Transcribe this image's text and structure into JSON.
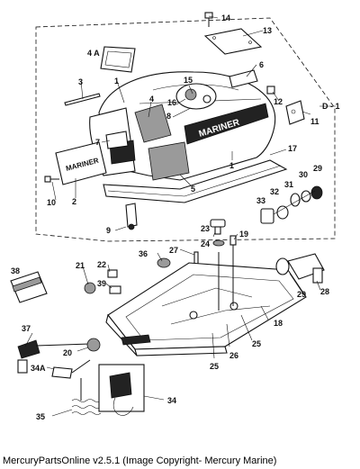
{
  "diagram": {
    "callouts": {
      "c14": "14",
      "c13": "13",
      "c4a": "4 A",
      "c6": "6",
      "c3": "3",
      "c1a": "1",
      "c4": "4",
      "c15": "15",
      "c16": "16",
      "c8": "8",
      "c12": "12",
      "c11": "11",
      "cd1": "D - 1",
      "c7": "7",
      "c17": "17",
      "c1b": "1",
      "c5": "5",
      "c10": "10",
      "c2": "2",
      "c9": "9",
      "c29a": "29",
      "c32": "32",
      "c31": "31",
      "c30": "30",
      "c33": "33",
      "c23": "23",
      "c24": "24",
      "c19": "19",
      "c27": "27",
      "c36": "36",
      "c22": "22",
      "c21": "21",
      "c38": "38",
      "c39": "39",
      "c18": "18",
      "c29b": "29",
      "c28": "28",
      "c37": "37",
      "c20": "20",
      "c34a": "34A",
      "c25a": "25",
      "c26": "26",
      "c25b": "25",
      "c34": "34",
      "c35": "35"
    },
    "brand_text": "MARINER",
    "label_brand": "MARINER"
  },
  "footer": {
    "text": "MercuryPartsOnline v2.5.1 (Image Copyright- Mercury Marine)"
  }
}
